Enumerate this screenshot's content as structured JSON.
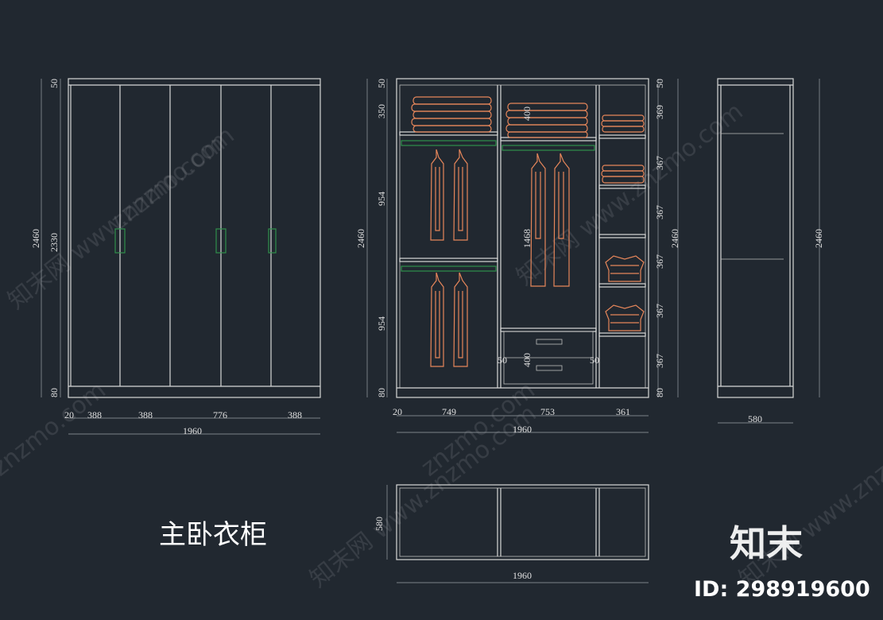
{
  "title": "主卧衣柜",
  "logo_text": "知末",
  "id_text": "ID: 298919600",
  "watermarks": [
    "知末网 www.znzmo.com",
    "znzmo.com"
  ],
  "front_view": {
    "height_total": "2460",
    "height_body": "2330",
    "top_gap": "50",
    "bottom_base": "80",
    "widths": [
      "20",
      "388",
      "388",
      "776",
      "388"
    ],
    "width_total": "1960"
  },
  "interior_view": {
    "height_total_left": "2460",
    "height_total_right": "2460",
    "left_heights": [
      "50",
      "350",
      "954",
      "954",
      "80"
    ],
    "middle_heights": [
      "400",
      "1468",
      "400"
    ],
    "drawer_sides": [
      "50",
      "50"
    ],
    "right_heights": [
      "50",
      "369",
      "367",
      "367",
      "367",
      "367",
      "367",
      "80"
    ],
    "widths": [
      "20",
      "749",
      "753",
      "361"
    ],
    "width_total": "1960"
  },
  "side_view": {
    "height_total": "2460",
    "depth": "580"
  },
  "plan_view": {
    "depth": "580",
    "width_total": "1960"
  },
  "colors": {
    "background": "#212830",
    "lines": "#d8d8d8",
    "clothing": "#e6865a",
    "rails": "#2f8f4a"
  }
}
